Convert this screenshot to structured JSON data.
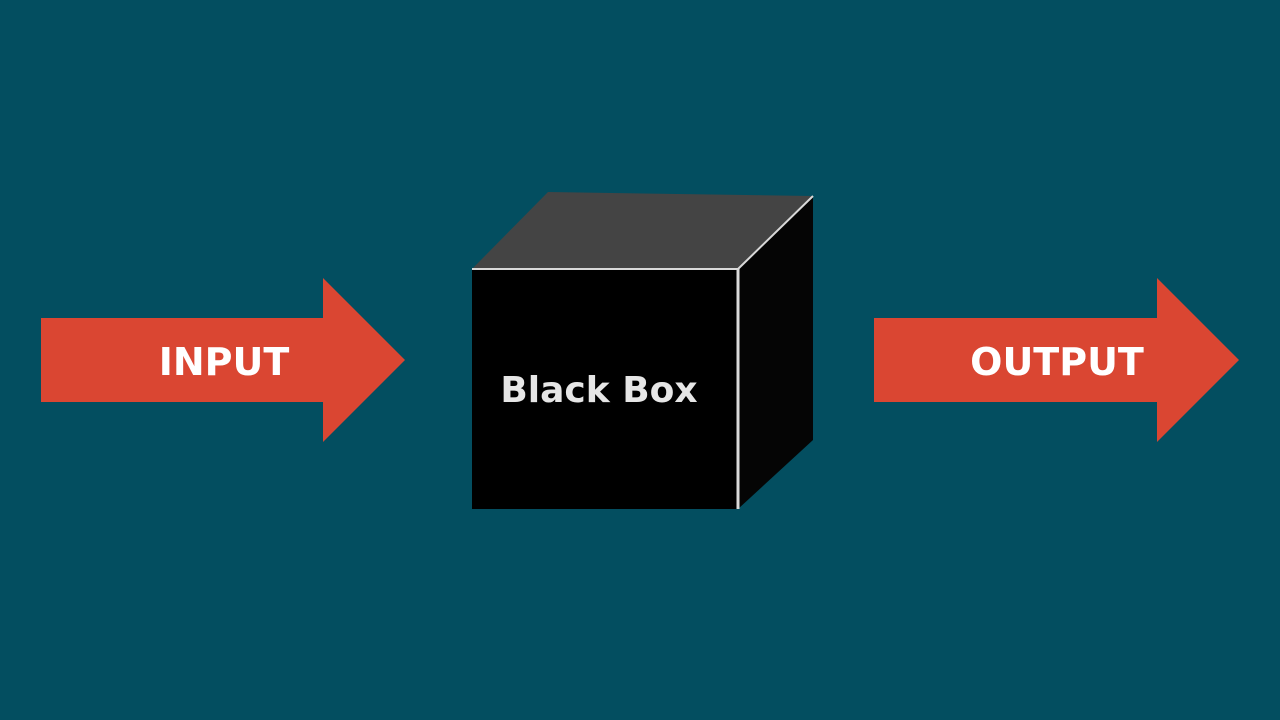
{
  "diagram": {
    "input_label": "INPUT",
    "box_label": "Black Box",
    "output_label": "OUTPUT"
  },
  "colors": {
    "background": "#034e60",
    "arrow": "#da4632",
    "arrow_text": "#ffffff",
    "box_front": "#000000",
    "box_side": "#050505",
    "box_top": "#444444",
    "box_edge": "#d9d9d9",
    "box_text": "#e6e6e6"
  }
}
